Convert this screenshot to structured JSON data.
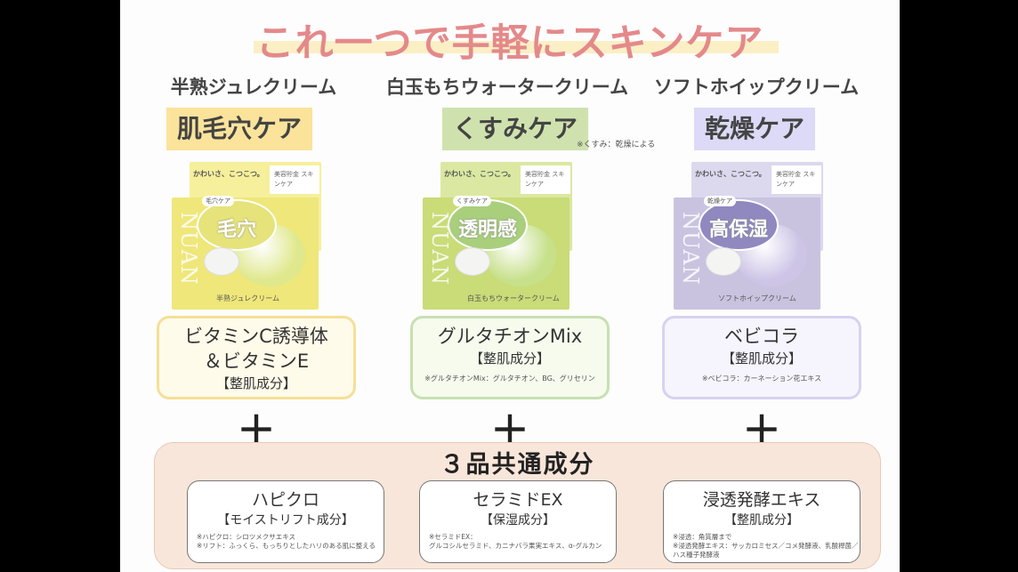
{
  "title": "これ一つで手軽にスキンケア",
  "products": [
    {
      "name": "半熟ジュレクリーム",
      "care": "肌毛穴ケア",
      "care_color": "#fbe39b",
      "box_color": "#efe77a",
      "box_back": "#f6ef9c",
      "ball_color": "#dfe88c",
      "badge_color": "#e6e37a",
      "box": {
        "tagline": "かわいさ、こつこつ。",
        "tag": "美容貯金 スキンケア",
        "badge_small": "毛穴ケア",
        "badge_big": "毛穴",
        "brand": "NUAN",
        "product_label": "半熟ジュレクリーム"
      },
      "ingredient": {
        "main": "ビタミンC誘導体",
        "main2": "＆ビタミンE",
        "sub": "【整肌成分】",
        "note": ""
      },
      "border": "#f6df96",
      "fill": "#fffbea"
    },
    {
      "name": "白玉もちウォータークリーム",
      "care": "くすみケア",
      "care_note": "※くすみ：乾燥による",
      "care_color": "#cfe2ae",
      "box_color": "#c9dc78",
      "box_back": "#dbe8a2",
      "ball_color": "#c7e08a",
      "badge_color": "#a9cf7c",
      "box": {
        "tagline": "かわいさ、こつこつ。",
        "tag": "美容貯金 スキンケア",
        "badge_small": "くすみケア",
        "badge_big": "透明感",
        "brand": "NUAN",
        "product_label": "白玉もちウォータークリーム"
      },
      "ingredient": {
        "main": "グルタチオンMix",
        "main2": "",
        "sub": "【整肌成分】",
        "note": "※グルタチオンMix：グルタチオン、BG、グリセリン"
      },
      "border": "#c8e0b0",
      "fill": "#f6fbee"
    },
    {
      "name": "ソフトホイップクリーム",
      "care": "乾燥ケア",
      "care_color": "#dcdaf6",
      "box_color": "#c9c3e0",
      "box_back": "#dcd8ee",
      "ball_color": "#cdc4e6",
      "badge_color": "#8f89c0",
      "box": {
        "tagline": "かわいさ、こつこつ。",
        "tag": "美容貯金 スキンケア",
        "badge_small": "乾燥ケア",
        "badge_big": "高保湿",
        "brand": "NUAN",
        "product_label": "ソフトホイップクリーム"
      },
      "ingredient": {
        "main": "ベビコラ",
        "main2": "",
        "sub": "【整肌成分】",
        "note": "※ベビコラ：カーネーション花エキス"
      },
      "border": "#d6d3f1",
      "fill": "#f6f5fd"
    }
  ],
  "plus": "＋",
  "common": {
    "heading": "３品共通成分",
    "items": [
      {
        "main": "ハピクロ",
        "sub": "【モイストリフト成分】",
        "notes": [
          "※ハピクロ：シロツメクサエキス",
          "※リフト：ふっくら、もっちりとしたハリのある肌に整える"
        ]
      },
      {
        "main": "セラミドEX",
        "sub": "【保湿成分】",
        "notes": [
          "※セラミドEX：",
          "グルコシルセラミド、カニナバラ果実エキス、α-グルカン"
        ]
      },
      {
        "main": "浸透発酵エキス",
        "sub": "【整肌成分】",
        "notes": [
          "※浸透：角質層まで",
          "※浸透発酵エキス：サッカロミセス／コメ発酵液、乳酸桿菌／",
          "ハス種子発酵液"
        ]
      }
    ]
  }
}
